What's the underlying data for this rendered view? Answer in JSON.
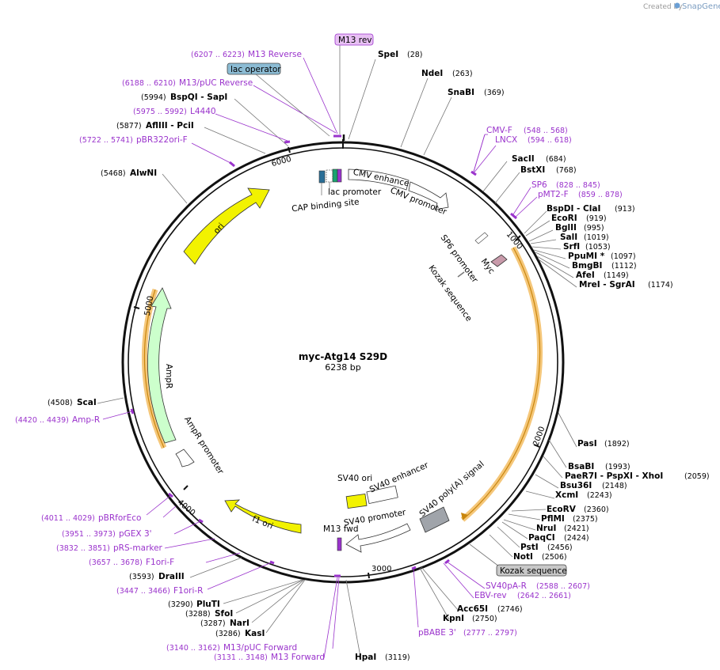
{
  "credit": {
    "prefix": "Created by",
    "brand": "SnapGene"
  },
  "plasmid": {
    "name": "myc-Atg14 S29D",
    "length": "6238 bp"
  },
  "ticks": [
    "1000",
    "2000",
    "3000",
    "4000",
    "5000",
    "6000"
  ],
  "boxed_labels": {
    "m13rev": "M13 rev",
    "lac_operator": "lac operator",
    "kozak": "Kozak sequence"
  },
  "enzymes": [
    {
      "name": "SpeI",
      "pos": "(28)"
    },
    {
      "name": "NdeI",
      "pos": "(263)"
    },
    {
      "name": "SnaBI",
      "pos": "(369)"
    },
    {
      "name": "SacII",
      "pos": "(684)"
    },
    {
      "name": "BstXI",
      "pos": "(768)"
    },
    {
      "name": "BspDI  -  ClaI",
      "pos": "(913)"
    },
    {
      "name": "EcoRI",
      "pos": "(919)"
    },
    {
      "name": "BglII",
      "pos": "(995)"
    },
    {
      "name": "SalI",
      "pos": "(1019)"
    },
    {
      "name": "SrfI",
      "pos": "(1053)"
    },
    {
      "name": "PpuMI *",
      "pos": "(1097)"
    },
    {
      "name": "BmgBI",
      "pos": "(1112)"
    },
    {
      "name": "AfeI",
      "pos": "(1149)"
    },
    {
      "name": "MreI  -  SgrAI",
      "pos": "(1174)"
    },
    {
      "name": "PasI",
      "pos": "(1892)"
    },
    {
      "name": "BsaBI",
      "pos": "(1993)"
    },
    {
      "name": "PaeR7I  -  PspXI  -  XhoI",
      "pos": "(2059)"
    },
    {
      "name": "Bsu36I",
      "pos": "(2148)"
    },
    {
      "name": "XcmI",
      "pos": "(2243)"
    },
    {
      "name": "EcoRV",
      "pos": "(2360)"
    },
    {
      "name": "PflMI",
      "pos": "(2375)"
    },
    {
      "name": "NruI",
      "pos": "(2421)"
    },
    {
      "name": "PaqCI",
      "pos": "(2424)"
    },
    {
      "name": "PstI",
      "pos": "(2456)"
    },
    {
      "name": "NotI",
      "pos": "(2506)"
    },
    {
      "name": "Acc65I",
      "pos": "(2746)"
    },
    {
      "name": "KpnI",
      "pos": "(2750)"
    },
    {
      "name": "HpaI",
      "pos": "(3119)"
    },
    {
      "name": "KasI",
      "pos": "(3286)"
    },
    {
      "name": "NarI",
      "pos": "(3287)"
    },
    {
      "name": "SfoI",
      "pos": "(3288)"
    },
    {
      "name": "PluTI",
      "pos": "(3290)"
    },
    {
      "name": "DraIII",
      "pos": "(3593)"
    },
    {
      "name": "ScaI",
      "pos": "(4508)"
    },
    {
      "name": "AlwNI",
      "pos": "(5468)"
    },
    {
      "name": "AflIII  -  PciI",
      "pos": "(5877)"
    },
    {
      "name": "BspQI  -  SapI",
      "pos": "(5994)"
    }
  ],
  "primers": [
    {
      "name": "M13 Reverse",
      "range": "(6207 .. 6223)"
    },
    {
      "name": "M13/pUC Reverse",
      "range": "(6188 .. 6210)"
    },
    {
      "name": "L4440",
      "range": "(5975 .. 5992)"
    },
    {
      "name": "pBR322ori-F",
      "range": "(5722 .. 5741)"
    },
    {
      "name": "CMV-F",
      "range": "(548 .. 568)"
    },
    {
      "name": "LNCX",
      "range": "(594 .. 618)"
    },
    {
      "name": "SP6",
      "range": "(828 .. 845)"
    },
    {
      "name": "pMT2-F",
      "range": "(859 .. 878)"
    },
    {
      "name": "SV40pA-R",
      "range": "(2588 .. 2607)"
    },
    {
      "name": "EBV-rev",
      "range": "(2642 .. 2661)"
    },
    {
      "name": "pBABE 3'",
      "range": "(2777 .. 2797)"
    },
    {
      "name": "M13/pUC Forward",
      "range": "(3140 .. 3162)"
    },
    {
      "name": "M13 Forward",
      "range": "(3131 .. 3148)"
    },
    {
      "name": "F1ori-R",
      "range": "(3447 .. 3466)"
    },
    {
      "name": "F1ori-F",
      "range": "(3657 .. 3678)"
    },
    {
      "name": "pRS-marker",
      "range": "(3832 .. 3851)"
    },
    {
      "name": "pGEX 3'",
      "range": "(3951 .. 3973)"
    },
    {
      "name": "pBRforEco",
      "range": "(4011 .. 4029)"
    },
    {
      "name": "Amp-R",
      "range": "(4420 .. 4439)"
    }
  ],
  "features": {
    "ori": "ori",
    "ampr": "AmpR",
    "ampr_promoter": "AmpR promoter",
    "f1ori": "f1 ori",
    "cmv_enhancer": "CMV enhancer",
    "cmv_promoter": "CMV promoter",
    "lac_promoter": "lac promoter",
    "cap_site": "CAP binding site",
    "sp6_promoter": "SP6 promoter",
    "myc": "Myc",
    "kozak_seq": "Kozak sequence",
    "sv40_ori": "SV40 ori",
    "sv40_enhancer": "SV40 enhancer",
    "sv40_promoter": "SV40 promoter",
    "sv40_polya": "SV40 poly(A) signal",
    "m13_fwd": "M13 fwd"
  },
  "colors": {
    "ori": "#f2f200",
    "ampr": "#ccffcc",
    "f1ori": "#f2f200",
    "sv40pa": "#a0a4aa",
    "myc": "#c89aaa",
    "primer": "#9a33cc",
    "insert_highlight": "#f5c77a",
    "lac_operator_box": "#8cbcd4",
    "kozak_box": "#c8c8c8",
    "m13rev_box": "#e8c0f4"
  }
}
